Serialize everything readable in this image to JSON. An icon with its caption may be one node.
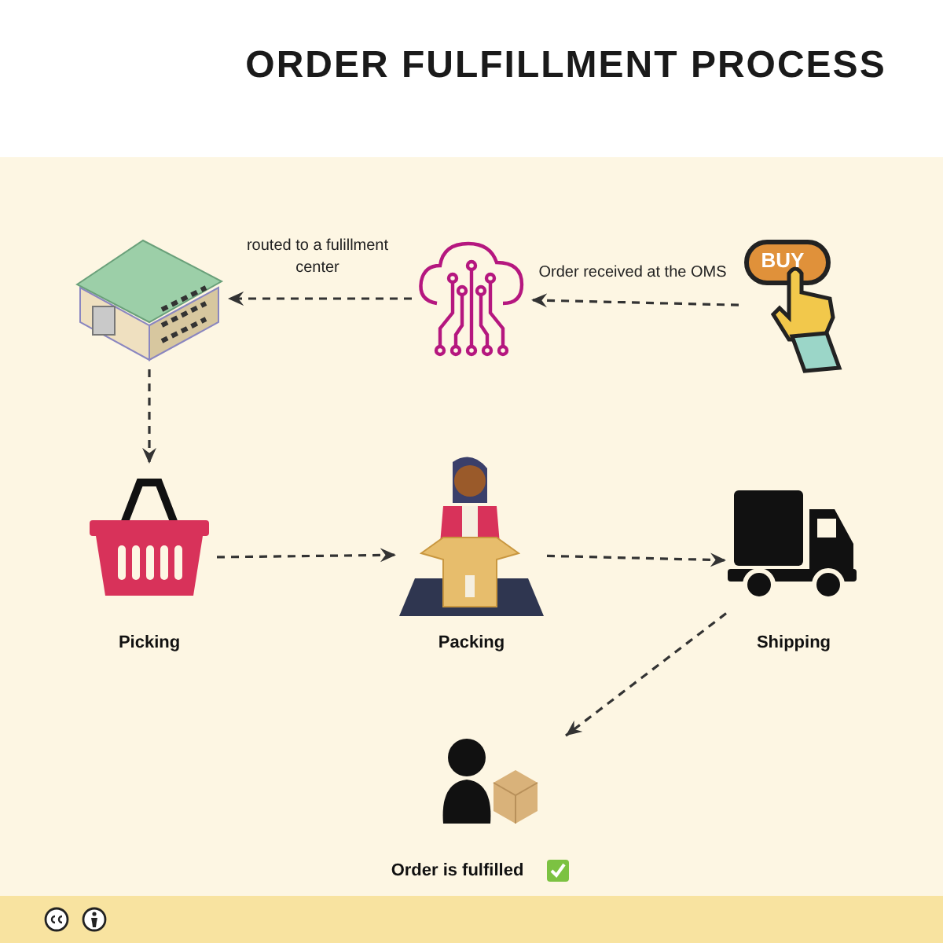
{
  "diagram": {
    "title": "ORDER FULFILLMENT PROCESS",
    "nodes": [
      {
        "text": [
          "BUY"
        ]
      },
      {
        "text": [],
        "shape": "picture"
      },
      {
        "text": [],
        "shape": "picture"
      },
      {
        "text": [
          "Picking"
        ]
      },
      {
        "text": [
          "Packing"
        ]
      },
      {
        "text": [
          "Shipping"
        ]
      },
      {
        "text": [
          "Order is fulfilled"
        ]
      }
    ],
    "edges": [
      {
        "from": 0,
        "to": 2,
        "arrow": "to",
        "style": "dashed",
        "label": "Order received at the OMS"
      },
      {
        "from": 2,
        "to": 1,
        "arrow": "to",
        "style": "dashed",
        "label": "routed to a fulillment center"
      },
      {
        "from": 1,
        "to": 3,
        "arrow": "to",
        "style": "dashed"
      },
      {
        "from": 3,
        "to": 4,
        "arrow": "to",
        "style": "dashed"
      },
      {
        "from": 4,
        "to": 5,
        "arrow": "to",
        "style": "dashed"
      },
      {
        "from": 5,
        "to": 6,
        "arrow": "to",
        "style": "dashed"
      }
    ]
  }
}
